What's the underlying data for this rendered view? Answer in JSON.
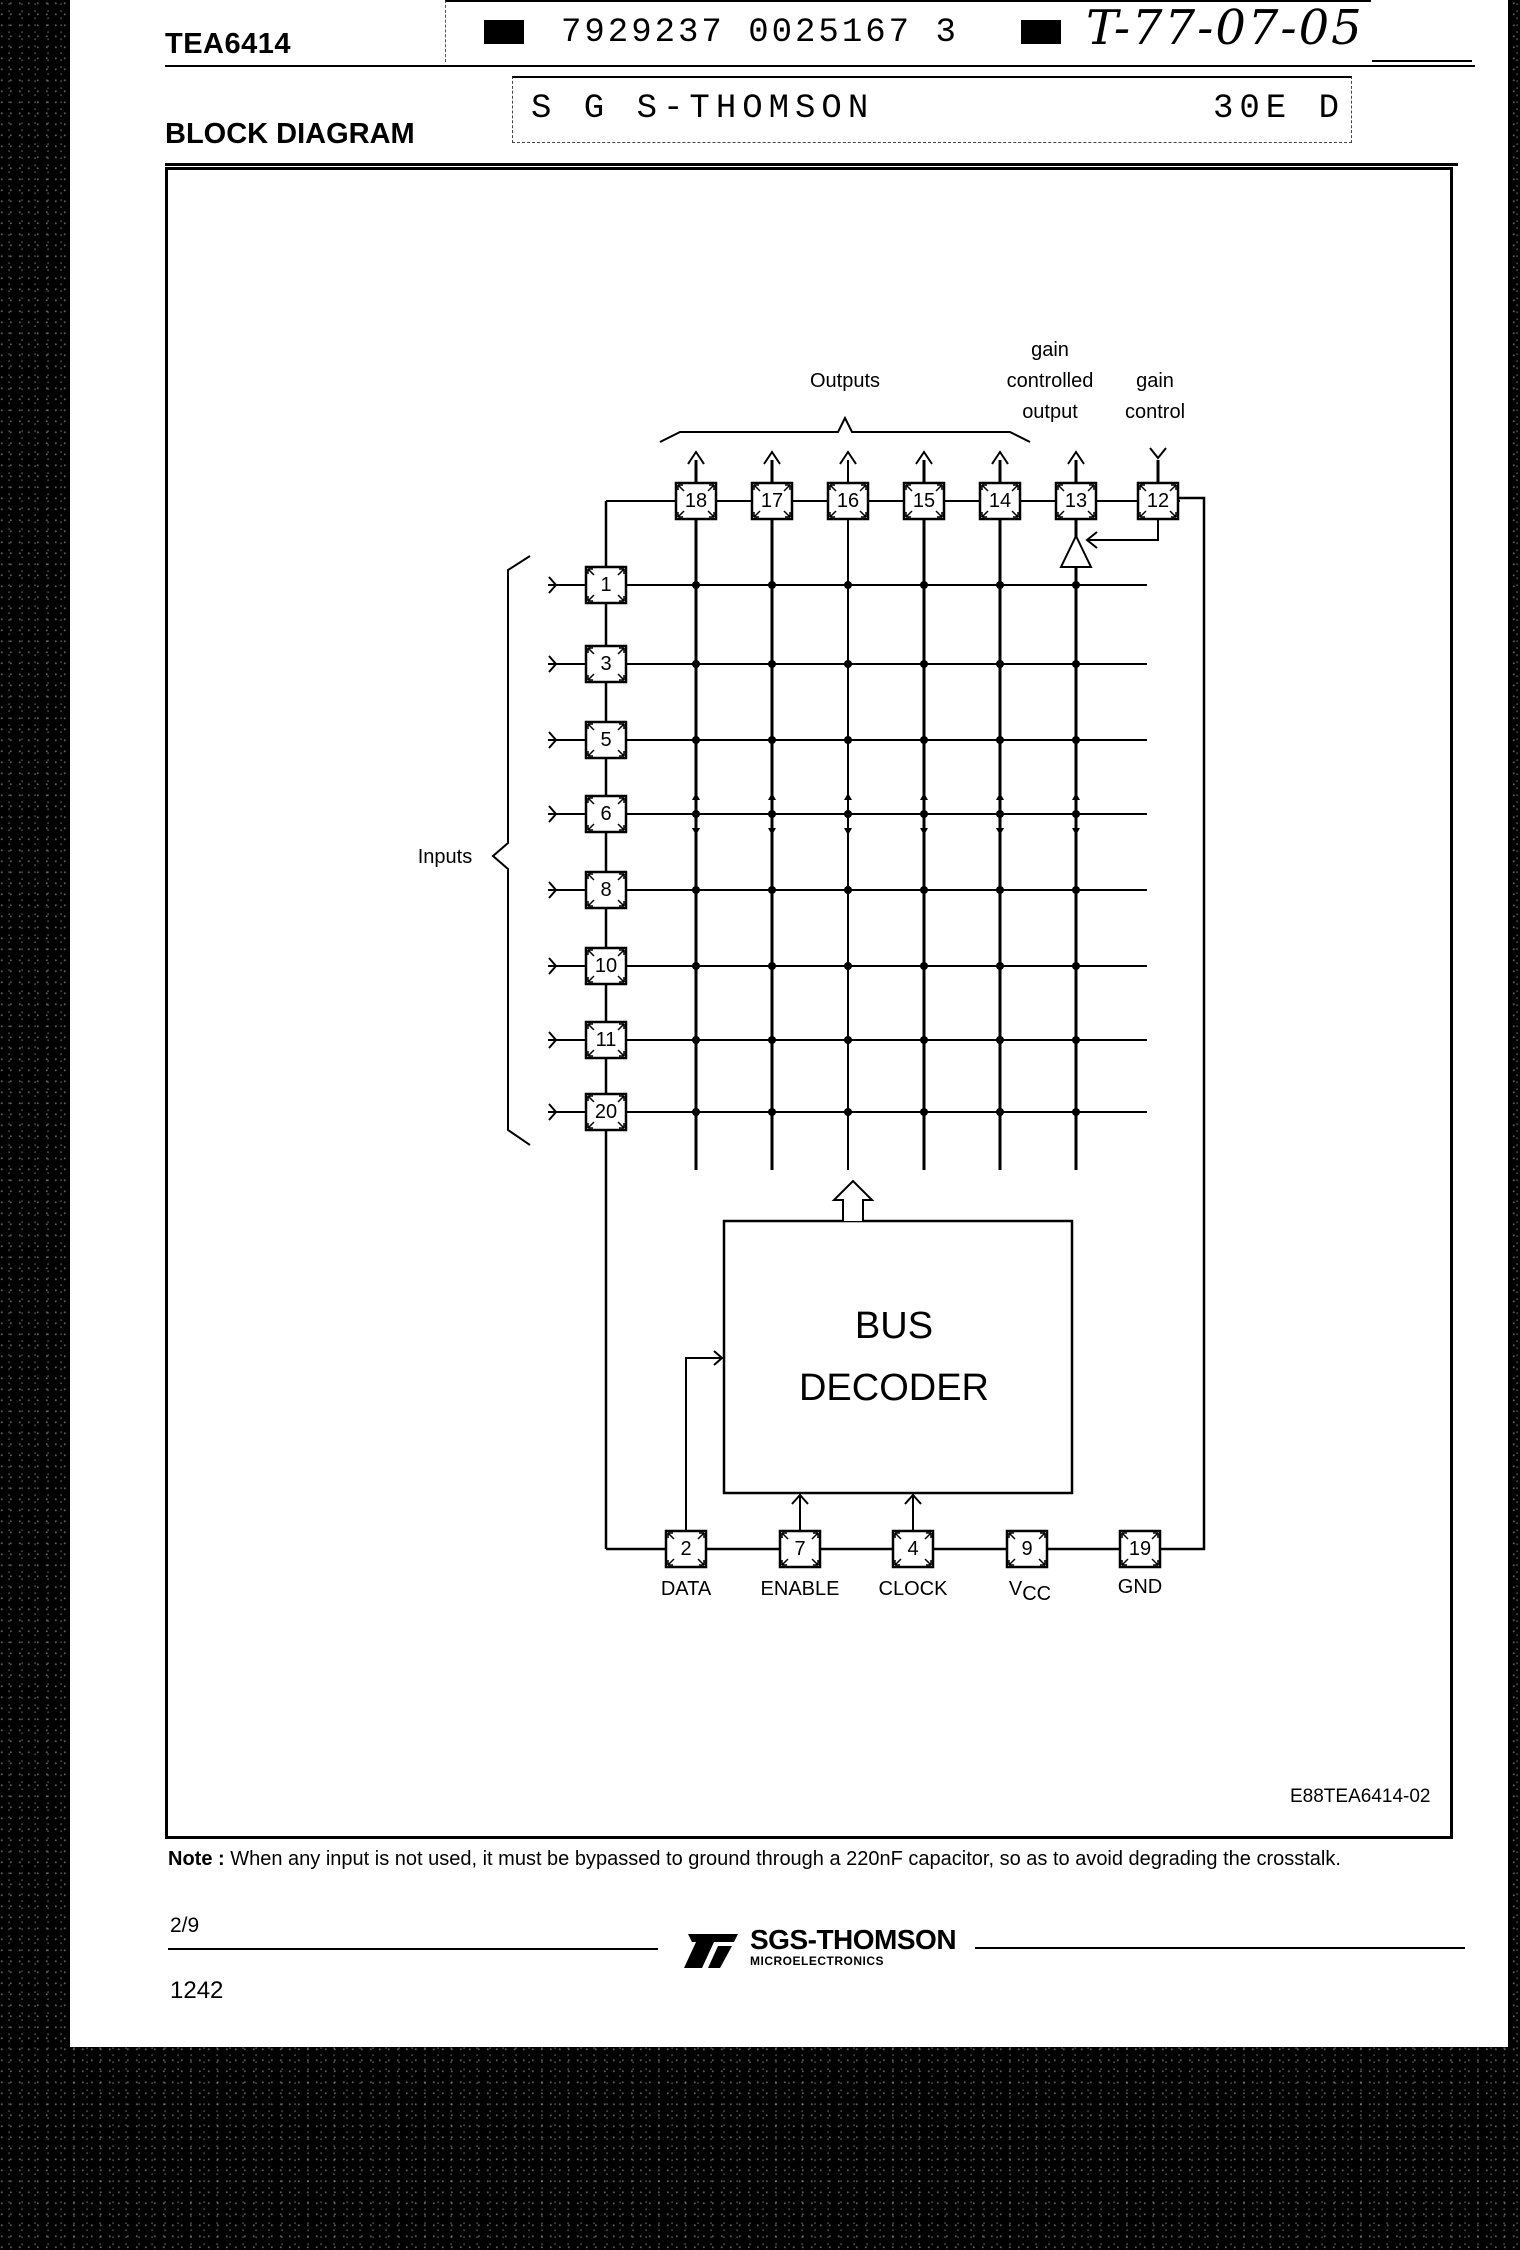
{
  "header": {
    "part_number": "TEA6414",
    "section_title": "BLOCK DIAGRAM",
    "stamp_line1": "7929237 0025167 3",
    "handwritten_code": "T-77-07-05",
    "stamp_line2_left": "S G S-THOMSON",
    "stamp_line2_right": "30E D"
  },
  "diagram": {
    "outputs_label": "Outputs",
    "gain_controlled_output_label": [
      "gain",
      "controlled",
      "output"
    ],
    "gain_control_label": [
      "gain",
      "control"
    ],
    "inputs_label": "Inputs",
    "output_pins": [
      "18",
      "17",
      "16",
      "15",
      "14",
      "13",
      "12"
    ],
    "input_pins": [
      "1",
      "3",
      "5",
      "6",
      "8",
      "10",
      "11",
      "20"
    ],
    "bus_decoder_label": [
      "BUS",
      "DECODER"
    ],
    "control_pins": [
      {
        "pin": "2",
        "label": "DATA"
      },
      {
        "pin": "7",
        "label": "ENABLE"
      },
      {
        "pin": "4",
        "label": "CLOCK"
      },
      {
        "pin": "9",
        "label": "V",
        "sub": "CC"
      },
      {
        "pin": "19",
        "label": "GND"
      }
    ],
    "figure_code": "E88TEA6414-02"
  },
  "note": {
    "prefix": "Note :",
    "text": " When any input is not used, it must be bypassed to ground through a 220nF capacitor, so as to avoid degrading the crosstalk."
  },
  "footer": {
    "page": "2/9",
    "logo_name": "SGS-THOMSON",
    "logo_sub": "MICROELECTRONICS",
    "doc_number": "1242"
  }
}
